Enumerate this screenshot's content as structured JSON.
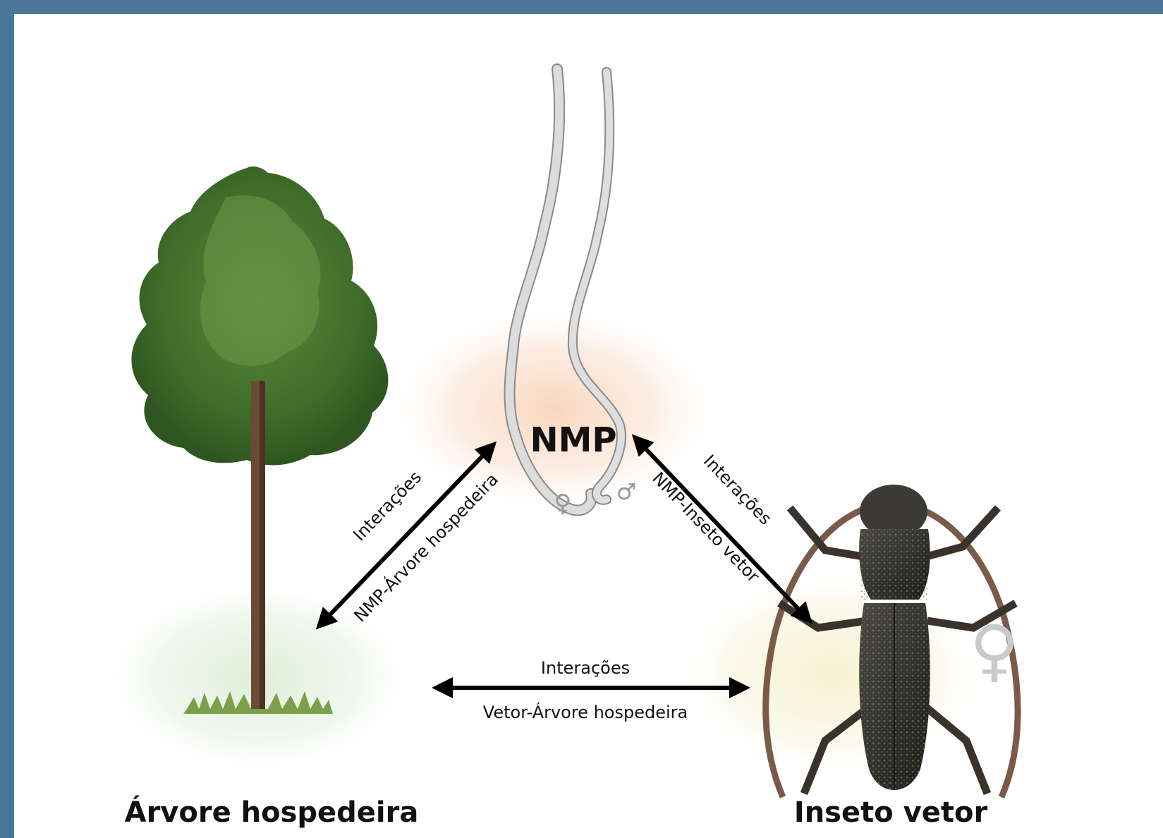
{
  "nodes": {
    "nematode": {
      "label": "NMP",
      "symbol_female": "♀",
      "symbol_male": "♂"
    },
    "tree": {
      "label": "Árvore hospedeira"
    },
    "insect": {
      "label": "Inseto vetor",
      "symbol_female": "♀"
    }
  },
  "edges": {
    "nmp_tree": {
      "top": "Interações",
      "bottom": "NMP-Árvore hospedeira"
    },
    "nmp_insect": {
      "top": "Interações",
      "bottom": "NMP-Inseto vetor"
    },
    "vector_tree": {
      "top": "Interações",
      "bottom": "Vetor-Árvore hospedeira"
    }
  },
  "colors": {
    "frame": "#4a7799",
    "nematode_glow": "#f7c8a6",
    "tree_glow": "#cfe6c8",
    "insect_glow": "#f3efc4",
    "arrow": "#000000"
  }
}
